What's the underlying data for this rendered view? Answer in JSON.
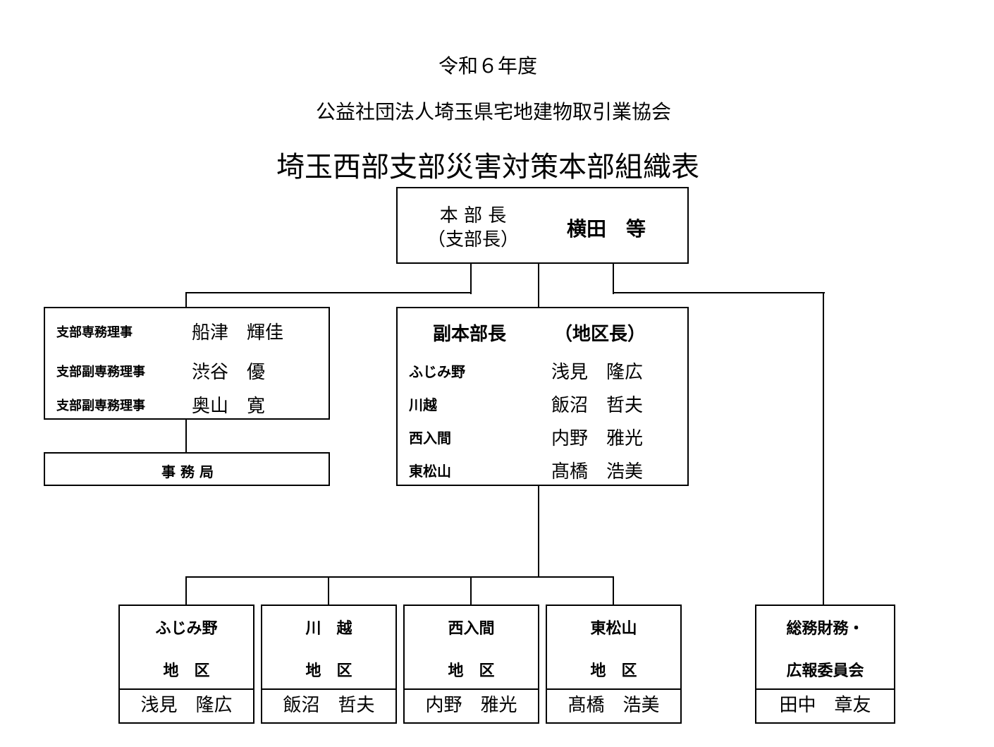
{
  "header": {
    "year": "令和６年度",
    "organization": "公益社団法人埼玉県宅地建物取引業協会",
    "title": "埼玉西部支部災害対策本部組織表"
  },
  "chief": {
    "role": "本 部 長",
    "role_sub": "（支部長）",
    "name": "横田　等"
  },
  "directors": [
    {
      "role": "支部専務理事",
      "name": "船津　輝佳"
    },
    {
      "role": "支部副専務理事",
      "name": "渋谷　優"
    },
    {
      "role": "支部副専務理事",
      "name": "奥山　寛"
    }
  ],
  "office": {
    "label": "事 務 局"
  },
  "deputy": {
    "role": "副本部長",
    "role_sub": "（地区長）",
    "rows": [
      {
        "area": "ふじみ野",
        "name": "浅見　隆広"
      },
      {
        "area": "川越",
        "name": "飯沼　哲夫"
      },
      {
        "area": "西入間",
        "name": "内野　雅光"
      },
      {
        "area": "東松山",
        "name": "髙橋　浩美"
      }
    ]
  },
  "districts": [
    {
      "line1": "ふじみ野",
      "line2": "地　区",
      "name": "浅見　隆広"
    },
    {
      "line1": "川　越",
      "line2": "地　区",
      "name": "飯沼　哲夫"
    },
    {
      "line1": "西入間",
      "line2": "地　区",
      "name": "内野　雅光"
    },
    {
      "line1": "東松山",
      "line2": "地　区",
      "name": "髙橋　浩美"
    }
  ],
  "committee": {
    "line1": "総務財務・",
    "line2": "広報委員会",
    "name": "田中　章友"
  }
}
